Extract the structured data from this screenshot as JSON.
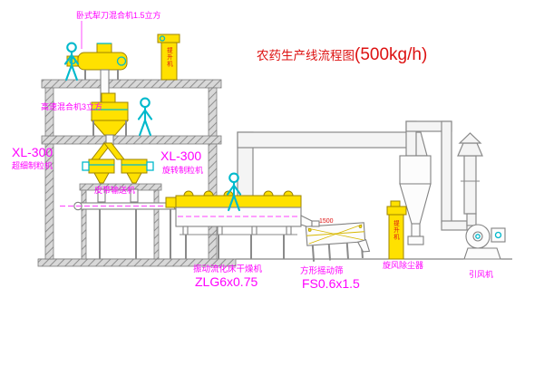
{
  "title": {
    "main": "农药生产线流程图",
    "capacity": "(500kg/h)"
  },
  "labels": {
    "horizontal_mixer": "卧式犁刀混合机1.5立方",
    "high_speed_mixer": "高速混合机3立方",
    "granulator_left_model": "XL-300",
    "granulator_left_name": "超细制粒机",
    "granulator_right_model": "XL-300",
    "granulator_right_name": "旋转制粒机",
    "belt_conveyor": "皮带输送机",
    "dryer_name": "振动流化床干燥机",
    "dryer_model": "ZLG6x0.75",
    "sieve_name": "方形摇动筛",
    "sieve_model": "FS0.6x1.5",
    "cyclone": "旋风除尘器",
    "fan": "引风机",
    "elevator_top": "提升机",
    "elevator_right": "提升机",
    "dim_1500": "1500"
  },
  "colors": {
    "label_magenta": "#ff00ff",
    "title_red": "#dd1111",
    "machine_yellow": "#ffe100",
    "detail_cyan": "#00b9cc",
    "structure_gray": "#8a8a8a"
  }
}
